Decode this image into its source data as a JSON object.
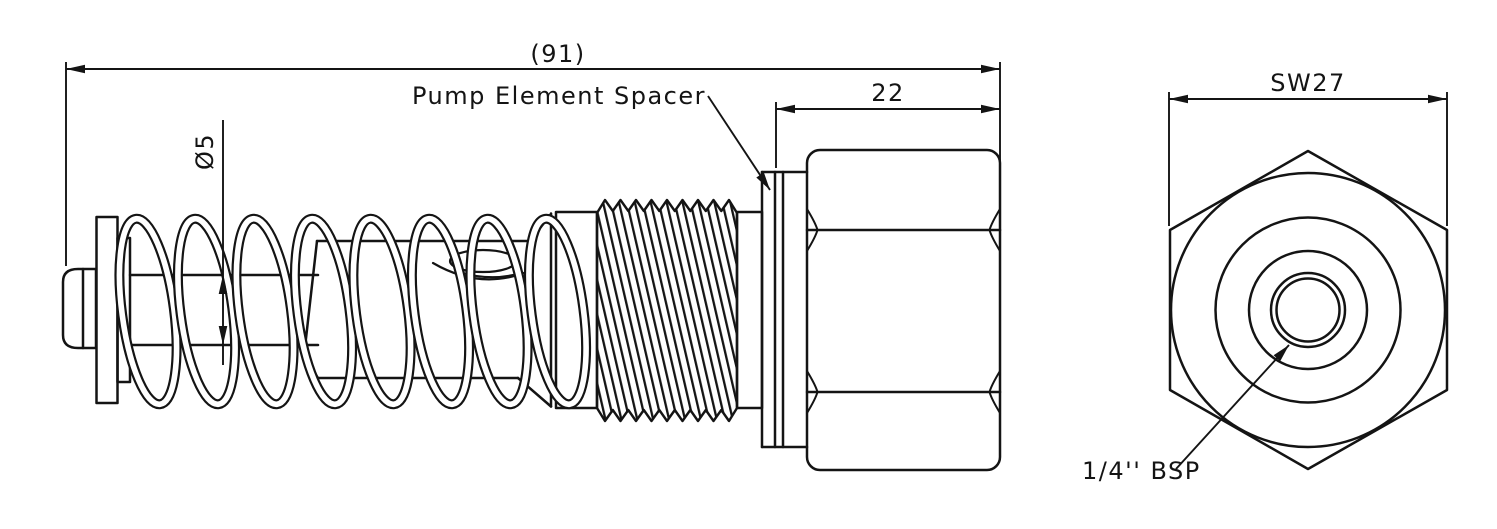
{
  "drawing": {
    "colors": {
      "line": "#141414",
      "background": "#ffffff"
    },
    "dimensions": {
      "overall_length": "(91)",
      "hex_nut_length": "22",
      "pin_diameter": "Ø5",
      "hex_width_across_flats": "SW27"
    },
    "callouts": {
      "spacer_label": "Pump Element Spacer",
      "thread_label": "1/4'' BSP"
    }
  }
}
